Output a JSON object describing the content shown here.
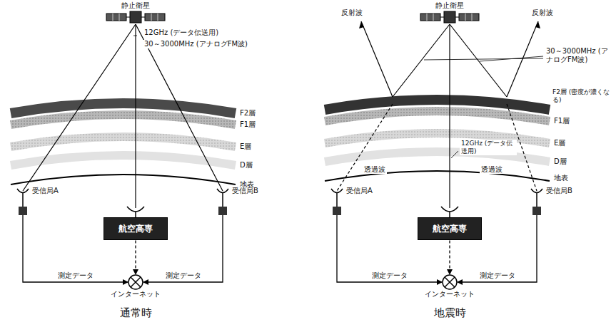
{
  "diagram": {
    "nodes": [
      {
        "text": [
          "静止衛星"
        ]
      },
      {
        "text": [
          "受信局A"
        ]
      },
      {
        "text": [
          "航空高専"
        ]
      },
      {
        "text": [
          "受信局B"
        ]
      },
      {
        "text": [
          "インターネット"
        ]
      },
      {
        "text": [
          "静止衛星"
        ]
      },
      {
        "text": [
          "受信局A"
        ]
      },
      {
        "text": [
          "航空高専"
        ]
      },
      {
        "text": [
          "受信局B"
        ]
      },
      {
        "text": [
          "インターネット"
        ]
      }
    ],
    "edges": [
      {
        "from": 1,
        "to": 4,
        "label": "測定データ",
        "arrow": "to"
      },
      {
        "from": 3,
        "to": 4,
        "label": "測定データ",
        "arrow": "to"
      },
      {
        "from": 2,
        "to": 4,
        "arrow": "to"
      },
      {
        "from": 6,
        "to": 9,
        "label": "測定データ",
        "arrow": "to"
      },
      {
        "from": 8,
        "to": 9,
        "label": "測定データ",
        "arrow": "to"
      },
      {
        "from": 7,
        "to": 9,
        "arrow": "to"
      }
    ],
    "labels": [
      "12GHz (データ伝送用)",
      "30～3000MHz (アナログFM波)",
      "F2層",
      "F1層",
      "E層",
      "D層",
      "地表",
      "通常時",
      "反射波",
      "反射波",
      "30～3000MHz (アナログFM波)",
      "F2層 (密度が濃くなる)",
      "F1層",
      "E層",
      "D層",
      "透過波",
      "透過波",
      "12GHz (データ伝送用)",
      "地表",
      "地震時"
    ]
  }
}
